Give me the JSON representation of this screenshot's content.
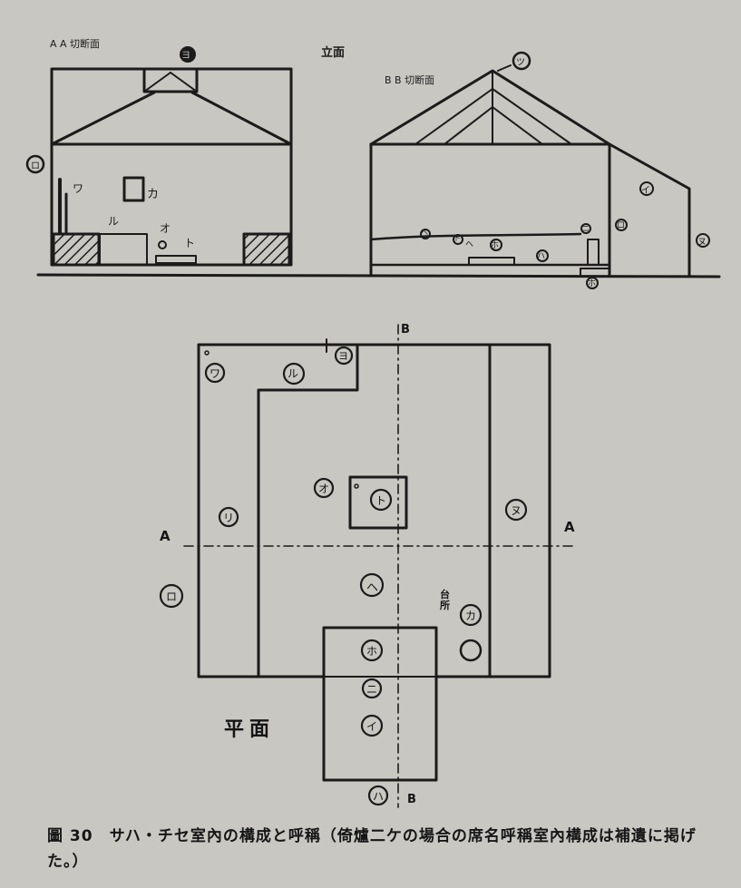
{
  "elevation": {
    "heading": "立面",
    "section_aa_label": "A A 切断面",
    "section_bb_label": "B B 切断面",
    "aa_labels": {
      "top": "ヨ",
      "left": "ロ",
      "wa": "ワ",
      "ka": "カ",
      "ru": "ル",
      "o": "オ",
      "to": "ト"
    },
    "bb_labels": {
      "peak": "ツ",
      "i": "イ",
      "ro": "ロ",
      "ni": "ニ",
      "ha": "ハ",
      "right": "ヌ",
      "bottom": "ホ",
      "a": "ヘ",
      "b": "ト",
      "c": "ホ",
      "d": "ヘ"
    }
  },
  "plan": {
    "heading": "平面",
    "axis_a": "A",
    "axis_b": "B",
    "room_labels": {
      "wa": "ワ",
      "ru": "ル",
      "yo": "ヨ",
      "o": "オ",
      "to": "ト",
      "ri": "リ",
      "nu": "ヌ",
      "ro": "ロ",
      "he": "ヘ",
      "ka": "カ",
      "ho": "ホ",
      "ni": "ニ",
      "i": "イ",
      "ha": "ハ"
    },
    "shelf_note": "台 所"
  },
  "caption": {
    "figure_no": "圖 30",
    "text": "サハ・チセ室內の構成と呼稱（倚爐二ケの場合の席名呼稱室內構成は補遺に掲げた。）"
  }
}
